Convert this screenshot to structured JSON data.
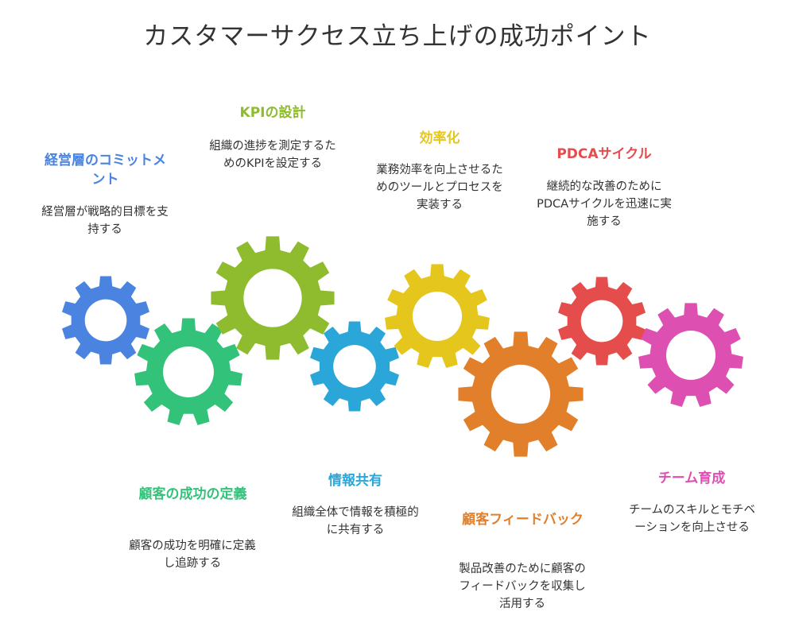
{
  "title": "カスタマーサクセス立ち上げの成功ポイント",
  "items": [
    {
      "label": "経営層のコミットメント",
      "description": "経営層が戦略的目標を支持する",
      "color": "#4a84e0"
    },
    {
      "label": "顧客の成功の定義",
      "description": "顧客の成功を明確に定義し追跡する",
      "color": "#33c27a"
    },
    {
      "label": "KPIの設計",
      "description": "組織の進捗を測定するためのKPIを設定する",
      "color": "#8fbb2e"
    },
    {
      "label": "情報共有",
      "description": "組織全体で情報を積極的に共有する",
      "color": "#2aa6d8"
    },
    {
      "label": "効率化",
      "description": "業務効率を向上させるためのツールとプロセスを実装する",
      "color": "#e5c61c"
    },
    {
      "label": "顧客フィードバック",
      "description": "製品改善のために顧客のフィードバックを収集し活用する",
      "color": "#e27f2a"
    },
    {
      "label": "PDCAサイクル",
      "description": "継続的な改善のためにPDCAサイクルを迅速に実施する",
      "color": "#e54c4c"
    },
    {
      "label": "チーム育成",
      "description": "チームのスキルとモチベーションを向上させる",
      "color": "#dd4fb0"
    }
  ]
}
